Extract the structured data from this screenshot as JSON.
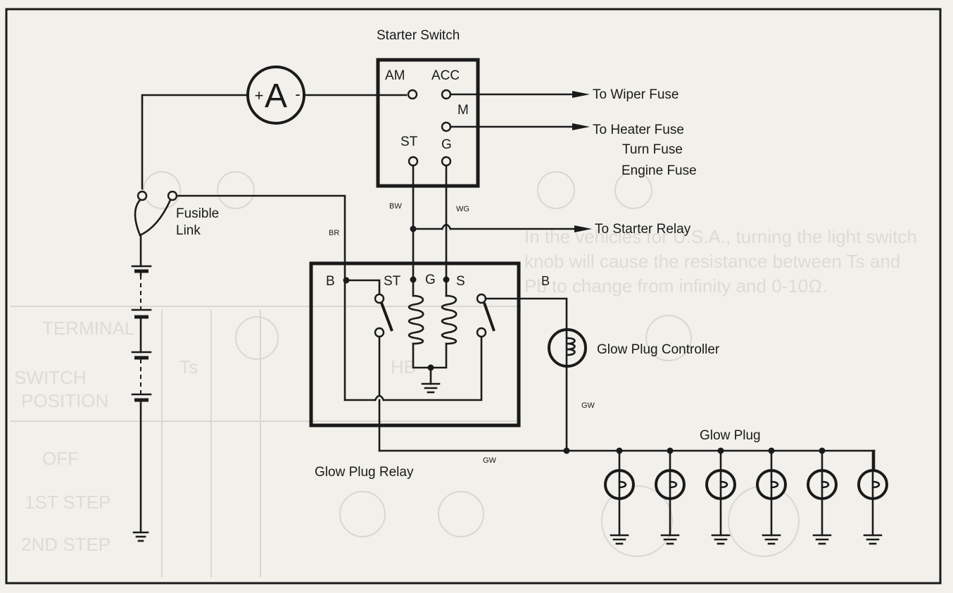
{
  "diagram": {
    "title": "Starter Switch / Glow Plug Circuit",
    "colors": {
      "ink": "#1a1a1a",
      "paper": "#f1f0ea",
      "ghost": "#d8d7d0"
    },
    "components": {
      "ammeter": {
        "symbol": "A",
        "plus": "+",
        "minus": "-"
      },
      "starter_switch": {
        "label": "Starter Switch",
        "terminals": {
          "am": "AM",
          "acc": "ACC",
          "m": "M",
          "st": "ST",
          "g": "G"
        }
      },
      "fusible_link": {
        "label_line1": "Fusible",
        "label_line2": "Link"
      },
      "glow_plug_relay": {
        "label": "Glow Plug Relay",
        "terminals": {
          "b": "B",
          "st": "ST",
          "g": "G",
          "s": "S"
        }
      },
      "glow_plug_controller": {
        "label": "Glow Plug Controller"
      },
      "glow_plug": {
        "label": "Glow Plug",
        "count": 6
      }
    },
    "destinations": {
      "wiper": "To Wiper Fuse",
      "heater": "To Heater Fuse",
      "turn": "Turn Fuse",
      "engine": "Engine Fuse",
      "starter_relay": "To Starter Relay"
    },
    "wire_colors": {
      "bw": "BW",
      "wg": "WG",
      "br": "BR",
      "b": "B",
      "gw_controller": "GW",
      "gw_bus": "GW"
    },
    "background_ghost_text": {
      "terminal": "TERMINAL",
      "switch_position_1": "SWITCH",
      "switch_position_2": "POSITION",
      "off": "OFF",
      "first_step": "1ST STEP",
      "second_step": "2ND STEP",
      "ts": "Ts",
      "hb": "HB",
      "para_line1": "In the vehicles for U.S.A., turning the light switch",
      "para_line2": "knob will cause the resistance between Ts and",
      "para_line3": "Pb to change from infinity and 0-10Ω."
    }
  }
}
